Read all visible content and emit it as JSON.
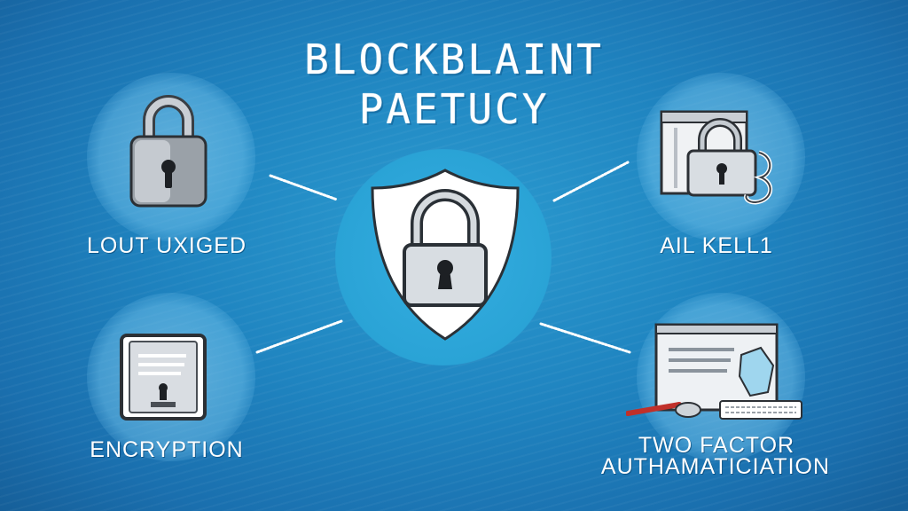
{
  "title": {
    "line1": "BLOCKBLAINT",
    "line2": "PAETUCY"
  },
  "nodes": {
    "center": {
      "icon": "shield-lock-icon"
    },
    "top_left": {
      "label": "LOUT UXIGED",
      "icon": "padlock-icon"
    },
    "bottom_left": {
      "label": "ENCRYPTION",
      "icon": "document-icon"
    },
    "top_right": {
      "label": "AIL KELL1",
      "icon": "window-lock-icon"
    },
    "bottom_right": {
      "label_line1": "TWO FACTOR",
      "label_line2": "AUTHAMATICIATION",
      "icon": "computer-keyboard-icon"
    }
  },
  "colors": {
    "background": "#1f84c0",
    "node_circle": "#8fd0f0",
    "center_circle": "#2aa3d6",
    "text": "#ffffff"
  }
}
